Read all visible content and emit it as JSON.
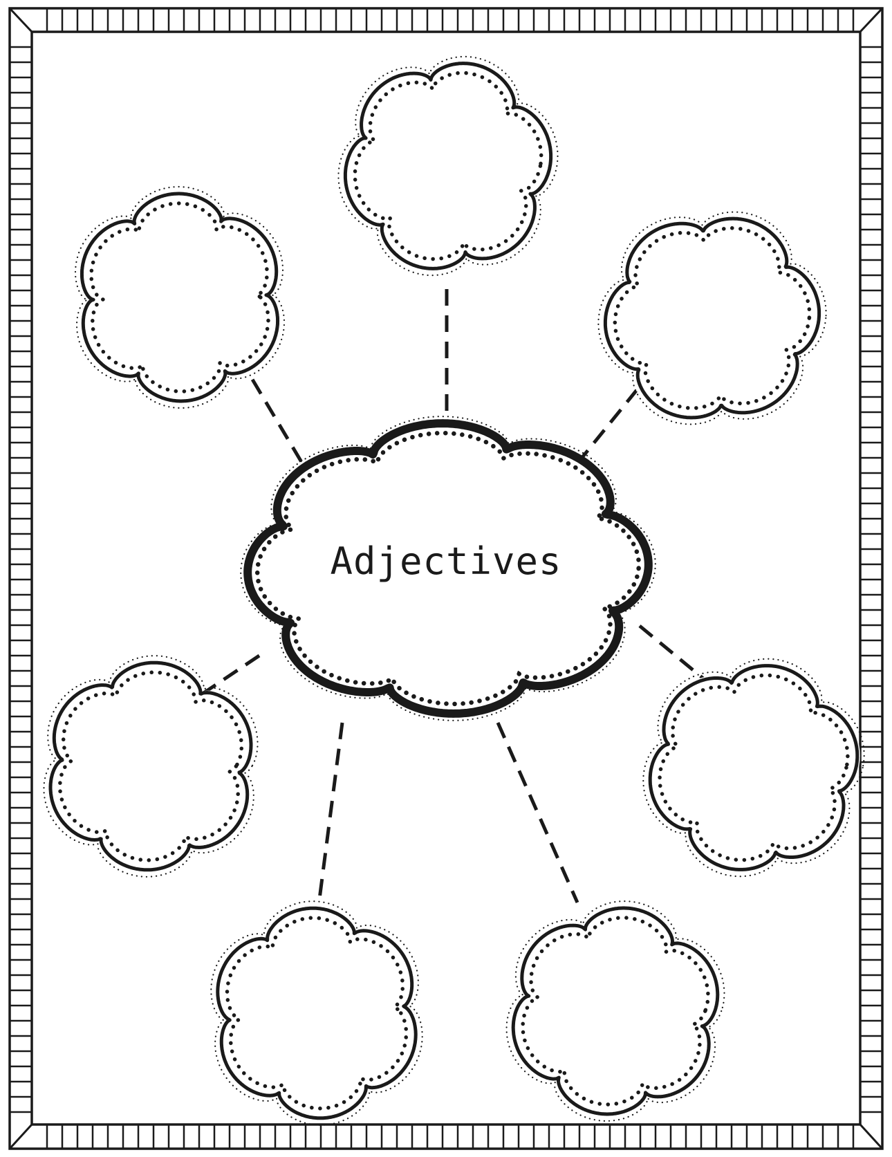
{
  "title": "Adjectives",
  "colors": {
    "ink": "#1a1a1a",
    "paper": "#ffffff"
  },
  "central_cloud": {
    "name": "adjectives-center-cloud"
  },
  "surrounding_clouds": [
    {
      "name": "cloud-top",
      "content": ""
    },
    {
      "name": "cloud-upper-left",
      "content": ""
    },
    {
      "name": "cloud-upper-right",
      "content": ""
    },
    {
      "name": "cloud-lower-left",
      "content": ""
    },
    {
      "name": "cloud-lower-right",
      "content": ""
    },
    {
      "name": "cloud-bottom-left",
      "content": ""
    },
    {
      "name": "cloud-bottom-right",
      "content": ""
    }
  ]
}
